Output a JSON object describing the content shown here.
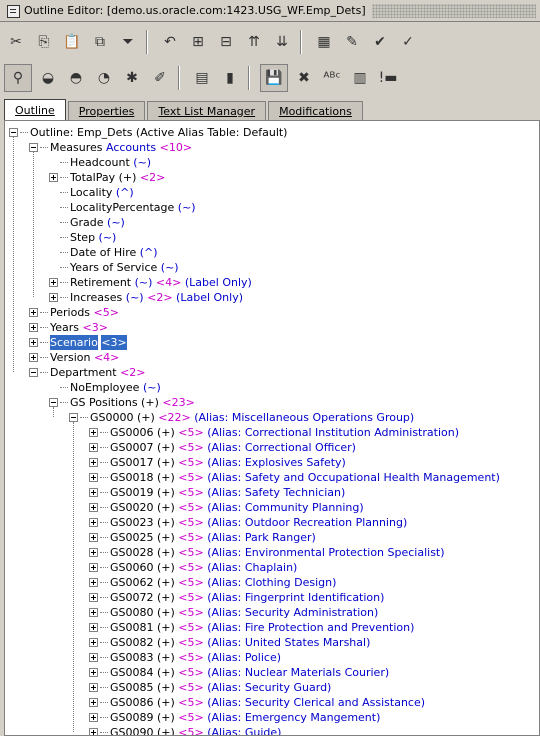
{
  "window": {
    "title": "Outline Editor: [demo.us.oracle.com:1423.USG_WF.Emp_Dets]"
  },
  "toolbar1": [
    {
      "icon": "scissors-icon",
      "glyph": "✂"
    },
    {
      "icon": "copy-icon",
      "glyph": "⎘"
    },
    {
      "icon": "paste-icon",
      "glyph": "📋"
    },
    {
      "icon": "paste-special-icon",
      "glyph": "⧉"
    },
    {
      "icon": "funnel-icon",
      "glyph": "⏷"
    },
    {
      "icon": "undo-icon",
      "glyph": "↶"
    },
    {
      "icon": "add-child-icon",
      "glyph": "⊞"
    },
    {
      "icon": "add-sibling-icon",
      "glyph": "⊟"
    },
    {
      "icon": "sort-ascending-icon",
      "glyph": "⇈"
    },
    {
      "icon": "sort-descending-icon",
      "glyph": "⇊"
    },
    {
      "icon": "calculator-icon",
      "glyph": "▦"
    },
    {
      "icon": "edit-icon",
      "glyph": "✎"
    },
    {
      "icon": "check-icon",
      "glyph": "✔"
    },
    {
      "icon": "verify-icon",
      "glyph": "✓"
    }
  ],
  "toolbar2": [
    {
      "icon": "search-member-icon",
      "glyph": "⚲",
      "active": true
    },
    {
      "icon": "member-property-icon",
      "glyph": "◒"
    },
    {
      "icon": "formula-icon",
      "glyph": "◓"
    },
    {
      "icon": "alias-icon",
      "glyph": "◔"
    },
    {
      "icon": "attribute-icon",
      "glyph": "✱"
    },
    {
      "icon": "tag-icon",
      "glyph": "✐"
    },
    {
      "icon": "dimension-icon",
      "glyph": "▤"
    },
    {
      "icon": "dimension-disabled-icon",
      "glyph": "▮"
    },
    {
      "icon": "save-outline-icon",
      "glyph": "💾",
      "active": true
    },
    {
      "icon": "delete-icon",
      "glyph": "✖"
    },
    {
      "icon": "abc-icon",
      "glyph": "ᴬᴮᶜ"
    },
    {
      "icon": "member-sheet-icon",
      "glyph": "▥"
    },
    {
      "icon": "alert-icon",
      "glyph": "!▬"
    }
  ],
  "tabs": [
    {
      "label": "Outline",
      "active": true
    },
    {
      "label": "Properties"
    },
    {
      "label": "Text List Manager"
    },
    {
      "label": "Modifications"
    }
  ],
  "tree": [
    {
      "d": 0,
      "exp": "minus",
      "name": "Outline: Emp_Dets (Active Alias Table: Default)"
    },
    {
      "d": 1,
      "exp": "minus",
      "name": "Measures",
      "acc": "Accounts",
      "cnt": "<10>"
    },
    {
      "d": 2,
      "name": "Headcount",
      "acc": "(~)"
    },
    {
      "d": 2,
      "exp": "plus",
      "name": "TotalPay (+)",
      "cnt": "<2>"
    },
    {
      "d": 2,
      "name": "Locality",
      "acc": "(^)"
    },
    {
      "d": 2,
      "name": "LocalityPercentage",
      "acc": "(~)"
    },
    {
      "d": 2,
      "name": "Grade",
      "acc": "(~)"
    },
    {
      "d": 2,
      "name": "Step",
      "acc": "(~)"
    },
    {
      "d": 2,
      "name": "Date of Hire",
      "acc": "(^)"
    },
    {
      "d": 2,
      "name": "Years of Service",
      "acc": "(~)"
    },
    {
      "d": 2,
      "exp": "plus",
      "name": "Retirement",
      "acc": "(~)",
      "cnt": "<4>",
      "lbl": "(Label Only)"
    },
    {
      "d": 2,
      "exp": "plus",
      "name": "Increases",
      "acc": "(~)",
      "cnt": "<2>",
      "lbl": "(Label Only)"
    },
    {
      "d": 1,
      "exp": "plus",
      "name": "Periods",
      "cnt": "<5>"
    },
    {
      "d": 1,
      "exp": "plus",
      "name": "Years",
      "cnt": "<3>"
    },
    {
      "d": 1,
      "exp": "plus",
      "name": "Scenario",
      "cnt": "<3>",
      "sel": true
    },
    {
      "d": 1,
      "exp": "plus",
      "name": "Version",
      "cnt": "<4>"
    },
    {
      "d": 1,
      "exp": "minus",
      "name": "Department",
      "cnt": "<2>"
    },
    {
      "d": 2,
      "name": "NoEmployee",
      "acc": "(~)"
    },
    {
      "d": 2,
      "exp": "minus",
      "name": "GS Positions (+)",
      "cnt": "<23>"
    },
    {
      "d": 3,
      "exp": "minus",
      "name": "GS0000 (+)",
      "cnt": "<22>",
      "alias": "(Alias: Miscellaneous Operations Group)"
    },
    {
      "d": 4,
      "exp": "plus",
      "name": "GS0006 (+)",
      "cnt": "<5>",
      "alias": "(Alias: Correctional Institution Administration)"
    },
    {
      "d": 4,
      "exp": "plus",
      "name": "GS0007 (+)",
      "cnt": "<5>",
      "alias": "(Alias: Correctional Officer)"
    },
    {
      "d": 4,
      "exp": "plus",
      "name": "GS0017 (+)",
      "cnt": "<5>",
      "alias": "(Alias: Explosives Safety)"
    },
    {
      "d": 4,
      "exp": "plus",
      "name": "GS0018 (+)",
      "cnt": "<5>",
      "alias": "(Alias: Safety and Occupational Health Management)"
    },
    {
      "d": 4,
      "exp": "plus",
      "name": "GS0019 (+)",
      "cnt": "<5>",
      "alias": "(Alias: Safety Technician)"
    },
    {
      "d": 4,
      "exp": "plus",
      "name": "GS0020 (+)",
      "cnt": "<5>",
      "alias": "(Alias: Community Planning)"
    },
    {
      "d": 4,
      "exp": "plus",
      "name": "GS0023 (+)",
      "cnt": "<5>",
      "alias": "(Alias: Outdoor Recreation Planning)"
    },
    {
      "d": 4,
      "exp": "plus",
      "name": "GS0025 (+)",
      "cnt": "<5>",
      "alias": "(Alias: Park Ranger)"
    },
    {
      "d": 4,
      "exp": "plus",
      "name": "GS0028 (+)",
      "cnt": "<5>",
      "alias": "(Alias: Environmental Protection Specialist)"
    },
    {
      "d": 4,
      "exp": "plus",
      "name": "GS0060 (+)",
      "cnt": "<5>",
      "alias": "(Alias: Chaplain)"
    },
    {
      "d": 4,
      "exp": "plus",
      "name": "GS0062 (+)",
      "cnt": "<5>",
      "alias": "(Alias: Clothing Design)"
    },
    {
      "d": 4,
      "exp": "plus",
      "name": "GS0072 (+)",
      "cnt": "<5>",
      "alias": "(Alias: Fingerprint Identification)"
    },
    {
      "d": 4,
      "exp": "plus",
      "name": "GS0080 (+)",
      "cnt": "<5>",
      "alias": "(Alias: Security Administration)"
    },
    {
      "d": 4,
      "exp": "plus",
      "name": "GS0081 (+)",
      "cnt": "<5>",
      "alias": "(Alias: Fire Protection and Prevention)"
    },
    {
      "d": 4,
      "exp": "plus",
      "name": "GS0082 (+)",
      "cnt": "<5>",
      "alias": "(Alias: United States Marshal)"
    },
    {
      "d": 4,
      "exp": "plus",
      "name": "GS0083 (+)",
      "cnt": "<5>",
      "alias": "(Alias: Police)"
    },
    {
      "d": 4,
      "exp": "plus",
      "name": "GS0084 (+)",
      "cnt": "<5>",
      "alias": "(Alias: Nuclear Materials Courier)"
    },
    {
      "d": 4,
      "exp": "plus",
      "name": "GS0085 (+)",
      "cnt": "<5>",
      "alias": "(Alias: Security Guard)"
    },
    {
      "d": 4,
      "exp": "plus",
      "name": "GS0086 (+)",
      "cnt": "<5>",
      "alias": "(Alias: Security Clerical and Assistance)"
    },
    {
      "d": 4,
      "exp": "plus",
      "name": "GS0089 (+)",
      "cnt": "<5>",
      "alias": "(Alias: Emergency Mangement)"
    },
    {
      "d": 4,
      "exp": "plus",
      "name": "GS0090 (+)",
      "cnt": "<5>",
      "alias": "(Alias: Guide)"
    }
  ]
}
